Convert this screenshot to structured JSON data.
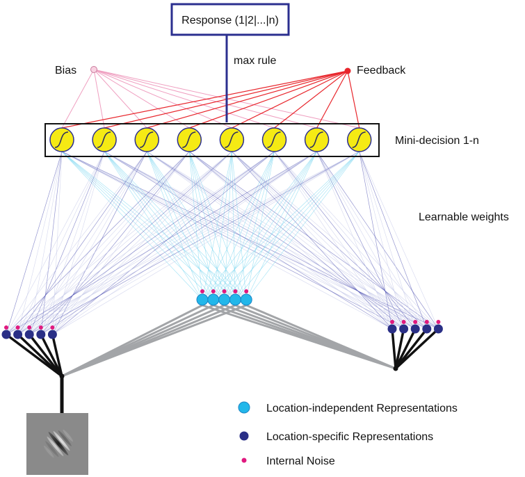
{
  "labels": {
    "response": "Response (1|2|...|n)",
    "max_rule": "max rule",
    "bias": "Bias",
    "feedback": "Feedback",
    "mini_decision": "Mini-decision 1-n",
    "learnable_weights": "Learnable weights"
  },
  "legend": [
    {
      "label": "Location-independent Representations",
      "color": "#22b7ea",
      "marker": "large-dot"
    },
    {
      "label": "Location-specific Representations",
      "color": "#2a2f86",
      "marker": "medium-dot"
    },
    {
      "label": "Internal Noise",
      "color": "#e0197f",
      "marker": "small-dot"
    }
  ],
  "colors": {
    "response_box": "#2b2f8f",
    "decision_unit_fill": "#f5ea14",
    "decision_unit_stroke": "#2b2f8f",
    "bias_lines": "#ef9fc0",
    "feedback_lines": "#e8262c",
    "location_independent": "#22b7ea",
    "location_specific": "#2a2f86",
    "noise": "#e0197f",
    "weights_light": "#c6c9e8",
    "weights_dark": "#4b4fb0",
    "weights_cyan": "#7dd7f0",
    "connector_gray": "#a3a5a8"
  },
  "counts": {
    "decision_units": 8,
    "representations_per_group": 5
  },
  "stimulus": {
    "description_icon": "gabor-patch"
  }
}
